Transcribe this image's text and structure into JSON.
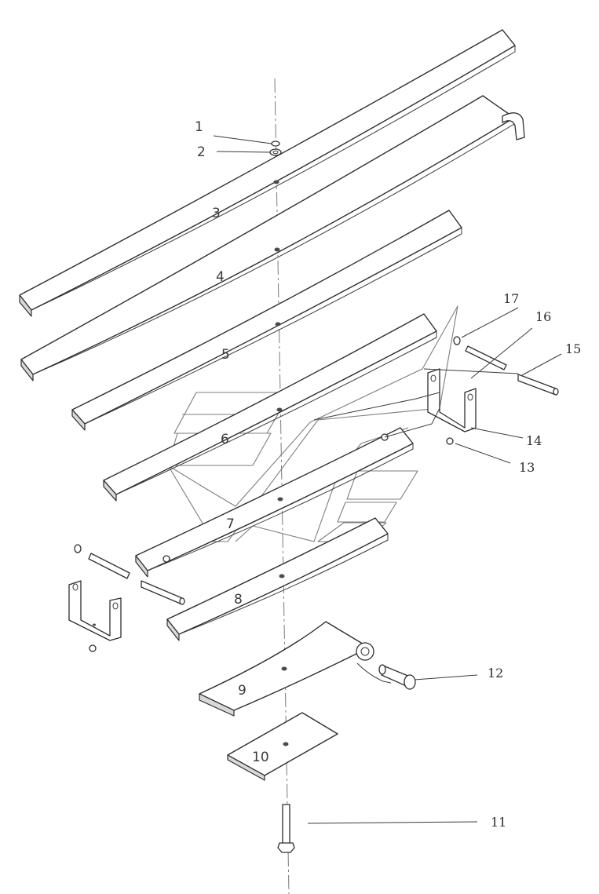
{
  "diagram": {
    "part_numbers": {
      "p1": "1",
      "p2": "2",
      "p3": "3",
      "p4": "4",
      "p5": "5",
      "p6": "6",
      "p7": "7",
      "p8": "8",
      "p9": "9",
      "p10": "10",
      "p11": "11",
      "p12": "12",
      "p13": "13",
      "p14": "14",
      "p15": "15",
      "p16": "16",
      "p17": "17"
    }
  }
}
